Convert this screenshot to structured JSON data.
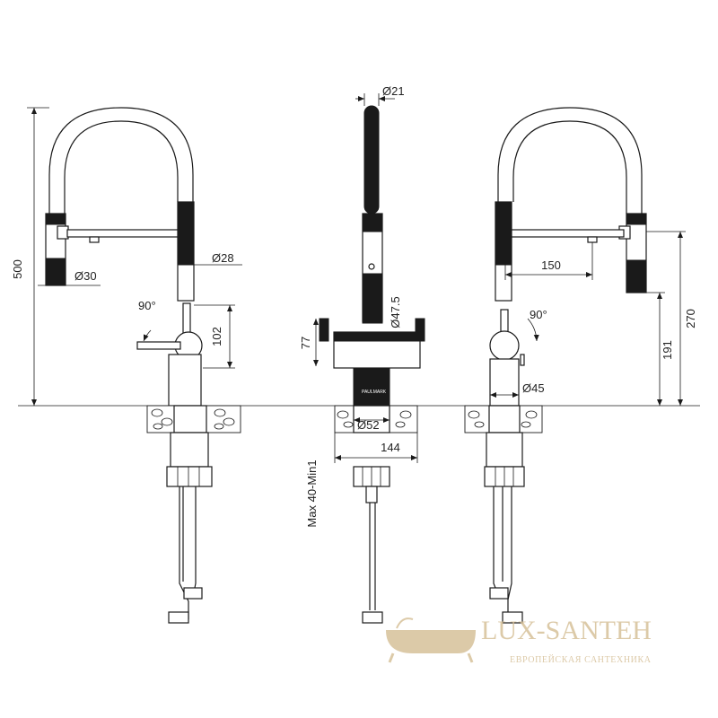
{
  "dimensions": {
    "left_view": {
      "height_total": "500",
      "spout_diameter": "Ø30",
      "body_diameter": "Ø28",
      "lever_angle": "90°",
      "lever_height": "102"
    },
    "front_view": {
      "top_diameter": "Ø21",
      "neck_diameter": "Ø47.5",
      "base_height": "77",
      "base_diameter": "Ø52",
      "width": "144",
      "counter_thickness": "Max 40-Min1"
    },
    "right_view": {
      "reach": "150",
      "lever_angle": "90°",
      "height_outlet": "270",
      "height_handle": "191",
      "body_diameter": "Ø45"
    }
  },
  "watermark": {
    "brand": "LUX-SANTEH",
    "tagline": "ЕВРОПЕЙСКАЯ САНТЕХНИКА"
  },
  "colors": {
    "line": "#1a1a1a",
    "watermark": "#d7c19a"
  }
}
